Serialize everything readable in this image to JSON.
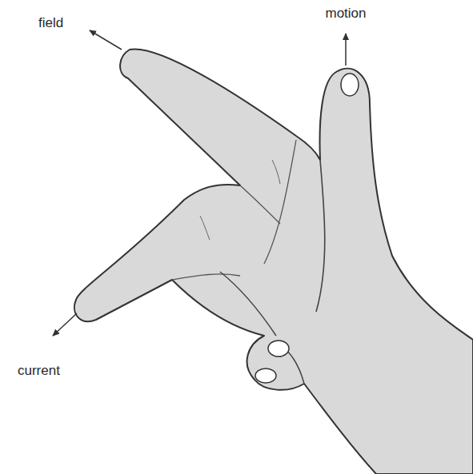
{
  "diagram": {
    "labels": [
      "field",
      "motion",
      "current"
    ]
  }
}
